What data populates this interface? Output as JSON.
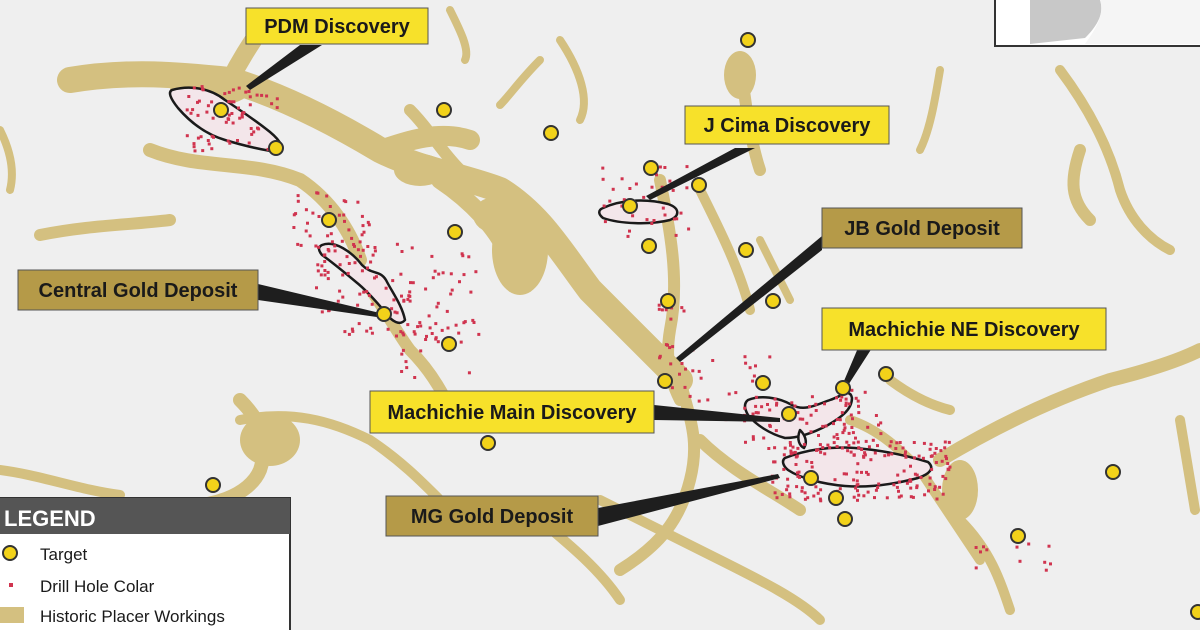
{
  "map": {
    "colors": {
      "background": "#efefef",
      "placer": "#d4c080",
      "target_fill": "#f2d21a",
      "target_stroke": "#333333",
      "drill": "#d0344f",
      "yellow_callout": "#f7e12a",
      "gold_callout": "#b59a48",
      "leader": "#1e1e1e"
    },
    "callouts": [
      {
        "id": "pdm",
        "label": "PDM Discovery",
        "style": "yellow"
      },
      {
        "id": "jcima",
        "label": "J Cima Discovery",
        "style": "yellow"
      },
      {
        "id": "jb",
        "label": "JB Gold Deposit",
        "style": "gold"
      },
      {
        "id": "central",
        "label": "Central Gold Deposit",
        "style": "gold"
      },
      {
        "id": "mne",
        "label": "Machichie NE Discovery",
        "style": "yellow"
      },
      {
        "id": "mmain",
        "label": "Machichie Main Discovery",
        "style": "yellow"
      },
      {
        "id": "mg",
        "label": "MG Gold Deposit",
        "style": "gold"
      }
    ],
    "legend": {
      "title": "LEGEND",
      "items": [
        {
          "symbol": "target-icon",
          "label": "Target"
        },
        {
          "symbol": "drill-hole-icon",
          "label": "Drill Hole Colar"
        },
        {
          "symbol": "placer-swatch-icon",
          "label": "Historic Placer Workings"
        }
      ]
    }
  }
}
